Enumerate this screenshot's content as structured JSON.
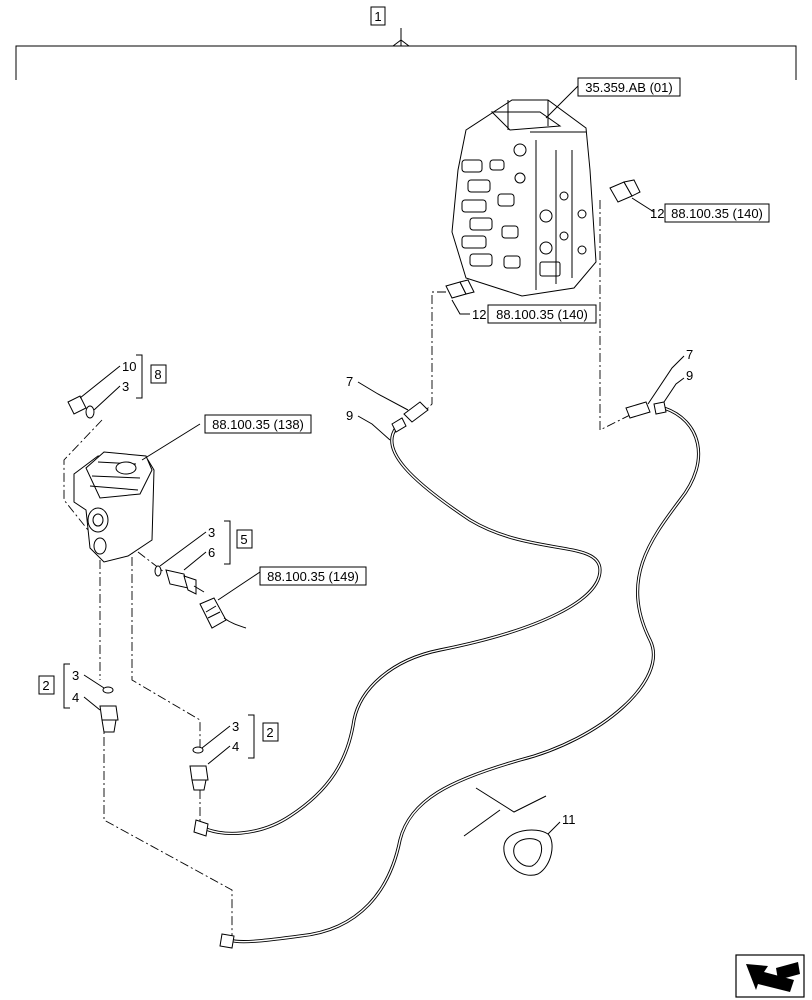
{
  "main_callout": "1",
  "valve_ref": "35.359.AB (01)",
  "sensor_ref_right": "88.100.35 (140)",
  "sensor_ref_left": "88.100.35 (140)",
  "sensor_num_right": "12",
  "sensor_num_left": "12",
  "manifold_ref": "88.100.35 (138)",
  "switch_ref": "88.100.35 (149)",
  "kit8": {
    "box": "8",
    "items": [
      "10",
      "3"
    ]
  },
  "kit5": {
    "box": "5",
    "items": [
      "3",
      "6"
    ]
  },
  "kit2_left": {
    "box": "2",
    "items": [
      "3",
      "4"
    ]
  },
  "kit2_right": {
    "box": "2",
    "items": [
      "3",
      "4"
    ]
  },
  "hose_left": {
    "fitting": "7",
    "hose": "9"
  },
  "hose_right": {
    "fitting": "7",
    "hose": "9"
  },
  "oring_num": "11",
  "nav_icon": "next-page-arrow-icon"
}
